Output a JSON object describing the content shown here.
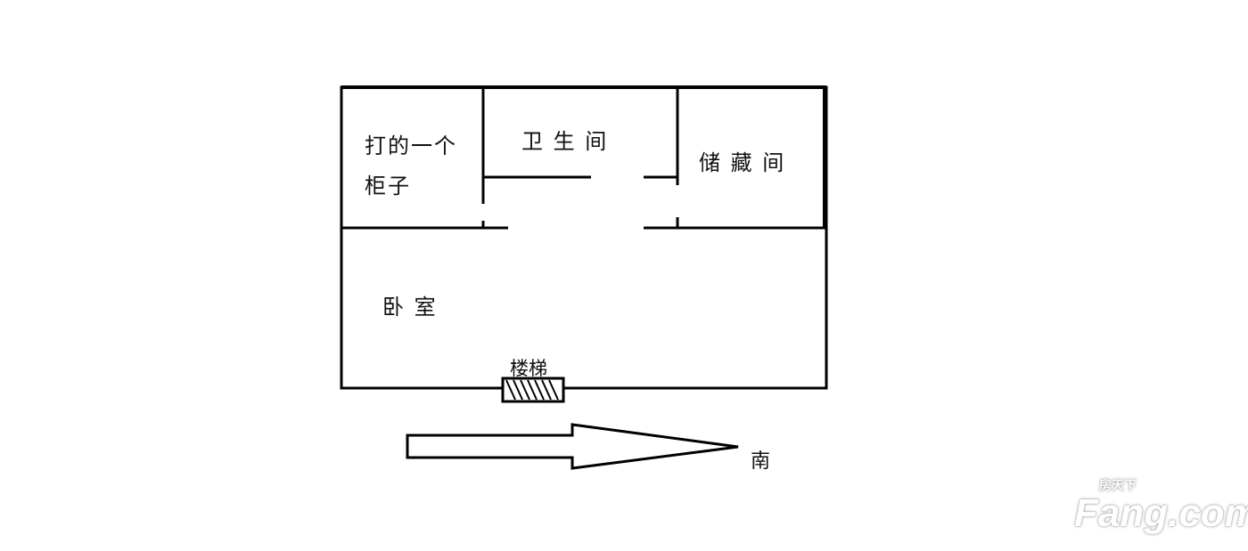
{
  "rooms": {
    "cabinet_line1": "打的一个",
    "cabinet_line2": "柜子",
    "bathroom": "卫 生 间",
    "storage": "储 藏 间",
    "bedroom": "卧  室",
    "stairs": "楼梯"
  },
  "direction": {
    "label": "南"
  },
  "watermark": {
    "text": "Fang.com",
    "cn": "房天下"
  }
}
